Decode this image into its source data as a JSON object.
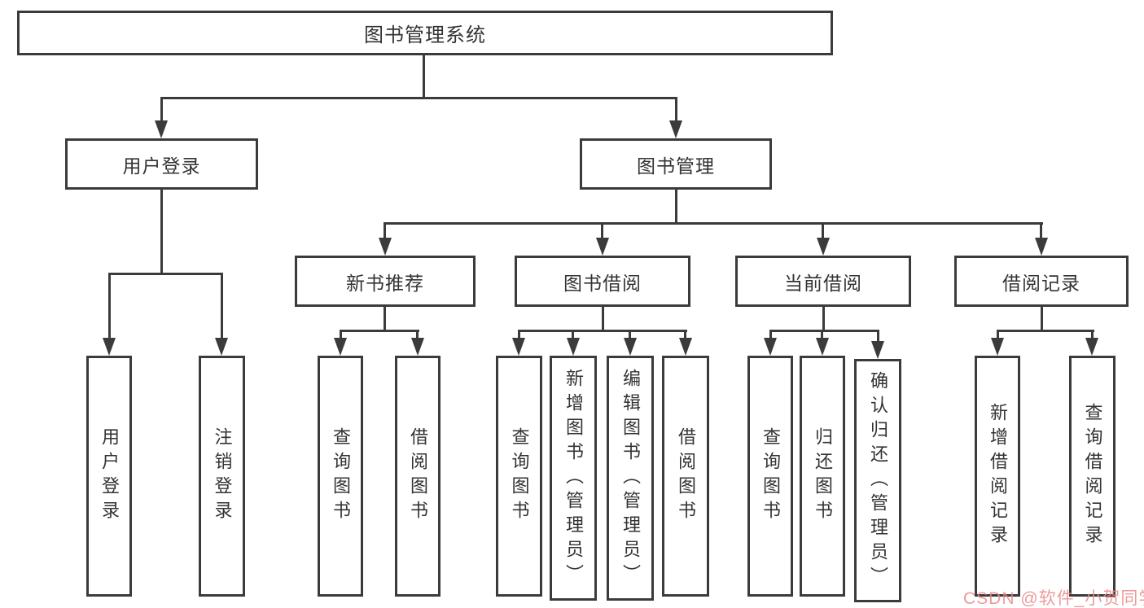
{
  "diagram": {
    "title": "图书管理系统",
    "user_branch": {
      "label": "用户登录",
      "children": [
        "用户登录",
        "注销登录"
      ]
    },
    "book_branch": {
      "label": "图书管理",
      "groups": [
        {
          "label": "新书推荐",
          "children": [
            "查询图书",
            "借阅图书"
          ]
        },
        {
          "label": "图书借阅",
          "children": [
            "查询图书",
            "新增图书（管理员）",
            "编辑图书（管理员）",
            "借阅图书"
          ]
        },
        {
          "label": "当前借阅",
          "children": [
            "查询图书",
            "归还图书",
            "确认归还（管理员）"
          ]
        },
        {
          "label": "借阅记录",
          "children": [
            "新增借阅记录",
            "查询借阅记录"
          ]
        }
      ]
    },
    "colors": {
      "line": "#3b3b3b",
      "text": "#333333",
      "watermark_pink": "#ef9f9f"
    }
  },
  "watermark": {
    "text": "CSDN @软件_小贺同学"
  }
}
